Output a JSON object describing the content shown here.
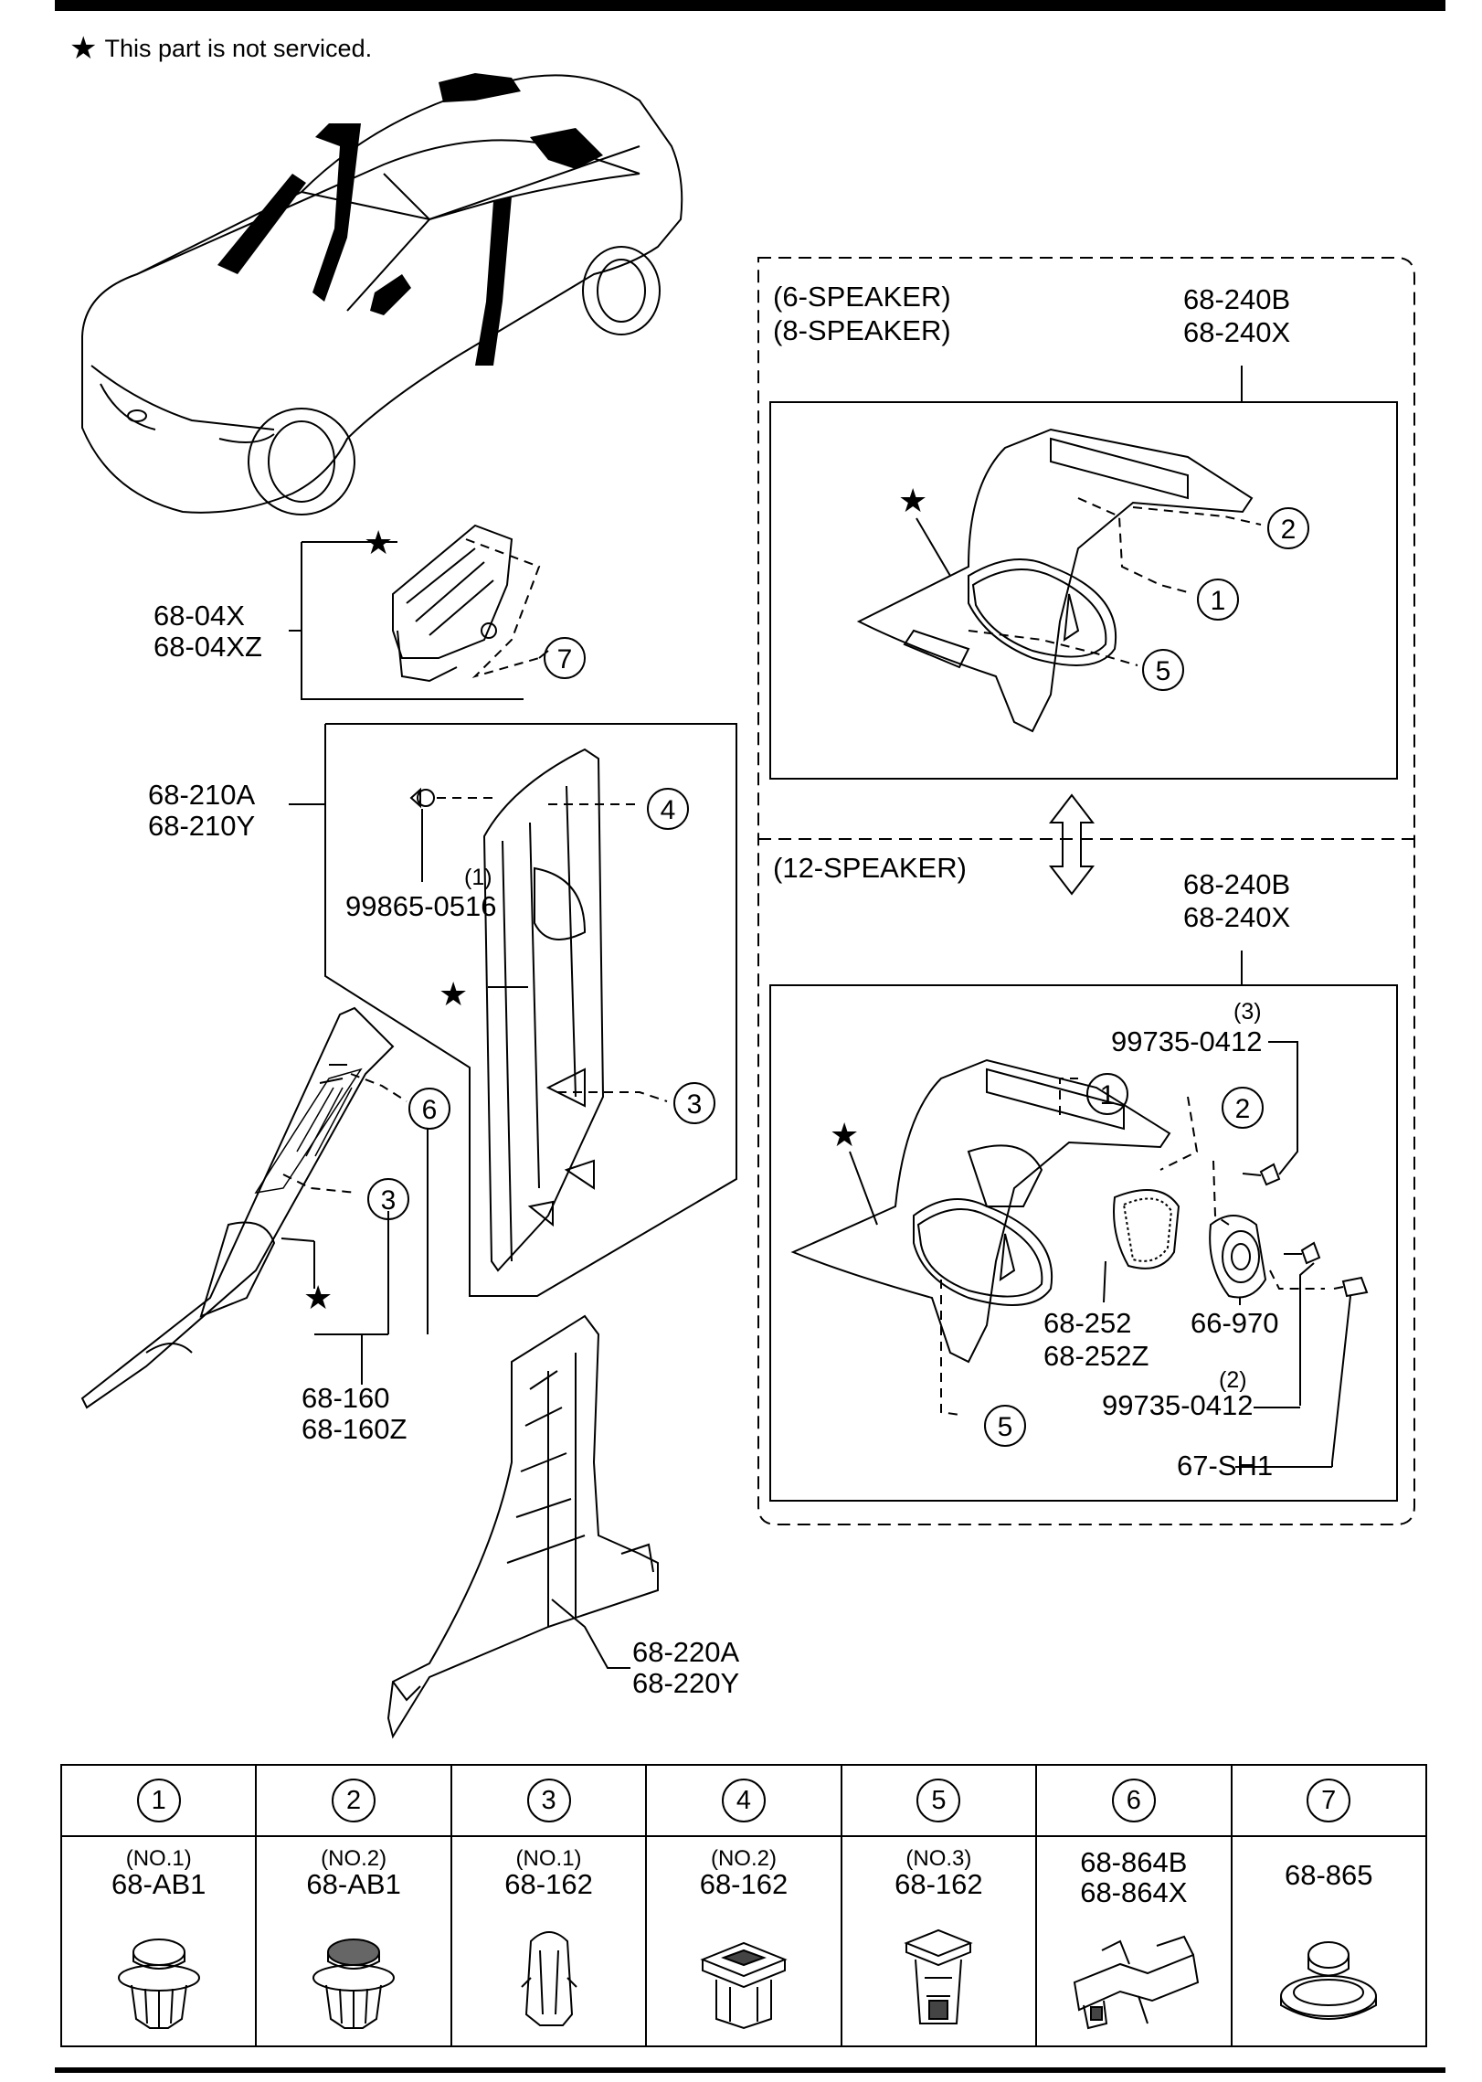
{
  "note": {
    "star": "★",
    "text": "This part is not serviced."
  },
  "labels": {
    "a_04x": "68-04X",
    "a_04xz": "68-04XZ",
    "a_210a": "68-210A",
    "a_210y": "68-210Y",
    "screw_qty": "(1)",
    "screw_pn": "99865-0516",
    "a_160": "68-160",
    "a_160z": "68-160Z",
    "a_220a": "68-220A",
    "a_220y": "68-220Y",
    "spk6": "(6-SPEAKER)",
    "spk8": "(8-SPEAKER)",
    "top_240b": "68-240B",
    "top_240x": "68-240X",
    "spk12": "(12-SPEAKER)",
    "bot_240b": "68-240B",
    "bot_240x": "68-240X",
    "s3_qty": "(3)",
    "s3_pn": "99735-0412",
    "a_252": "68-252",
    "a_252z": "68-252Z",
    "a_970": "66-970",
    "s2_qty": "(2)",
    "s2_pn": "99735-0412",
    "sh1": "67-SH1",
    "star": "★",
    "c1": "1",
    "c2": "2",
    "c3": "3",
    "c4": "4",
    "c5": "5",
    "c6": "6",
    "c7": "7"
  },
  "table": [
    {
      "num": "1",
      "sub": "(NO.1)",
      "pn": [
        "68-AB1"
      ]
    },
    {
      "num": "2",
      "sub": "(NO.2)",
      "pn": [
        "68-AB1"
      ]
    },
    {
      "num": "3",
      "sub": "(NO.1)",
      "pn": [
        "68-162"
      ]
    },
    {
      "num": "4",
      "sub": "(NO.2)",
      "pn": [
        "68-162"
      ]
    },
    {
      "num": "5",
      "sub": "(NO.3)",
      "pn": [
        "68-162"
      ]
    },
    {
      "num": "6",
      "sub": "",
      "pn": [
        "68-864B",
        "68-864X"
      ]
    },
    {
      "num": "7",
      "sub": "",
      "pn": [
        "68-865"
      ]
    }
  ]
}
